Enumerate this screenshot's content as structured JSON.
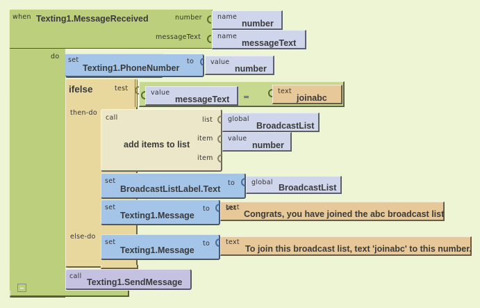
{
  "event_block": {
    "keyword": "when",
    "name": "Texting1.MessageReceived",
    "params": [
      {
        "label": "number",
        "arg_keyword": "name",
        "arg_value": "number"
      },
      {
        "label": "messageText",
        "arg_keyword": "name",
        "arg_value": "messageText"
      }
    ],
    "do_label": "do",
    "collapse_icon": "minus-icon"
  },
  "set_phone": {
    "keyword": "set",
    "property": "Texting1.PhoneNumber",
    "to_label": "to",
    "value_keyword": "value",
    "value": "number"
  },
  "ifelse": {
    "keyword": "ifelse",
    "test_label": "test",
    "then_label": "then-do",
    "else_label": "else-do",
    "compare": {
      "left_keyword": "value",
      "left_value": "messageText",
      "operator": "=",
      "right_keyword": "text",
      "right_value": "joinabc"
    }
  },
  "add_items": {
    "keyword": "call",
    "name": "add items to list",
    "sockets": [
      {
        "label": "list",
        "arg_keyword": "global",
        "arg_value": "BroadcastList"
      },
      {
        "label": "item",
        "arg_keyword": "value",
        "arg_value": "number"
      },
      {
        "label": "item",
        "arg_keyword": "",
        "arg_value": ""
      }
    ]
  },
  "set_label": {
    "keyword": "set",
    "property": "BroadcastListLabel.Text",
    "to_label": "to",
    "value_keyword": "global",
    "value": "BroadcastList"
  },
  "set_msg_then": {
    "keyword": "set",
    "property": "Texting1.Message",
    "to_label": "to",
    "value_keyword": "text",
    "value": "Congrats, you have joined the abc broadcast list"
  },
  "set_msg_else": {
    "keyword": "set",
    "property": "Texting1.Message",
    "to_label": "to",
    "value_keyword": "text",
    "value": "To join this broadcast list, text 'joinabc' to this number."
  },
  "send_message": {
    "keyword": "call",
    "name": "Texting1.SendMessage"
  }
}
